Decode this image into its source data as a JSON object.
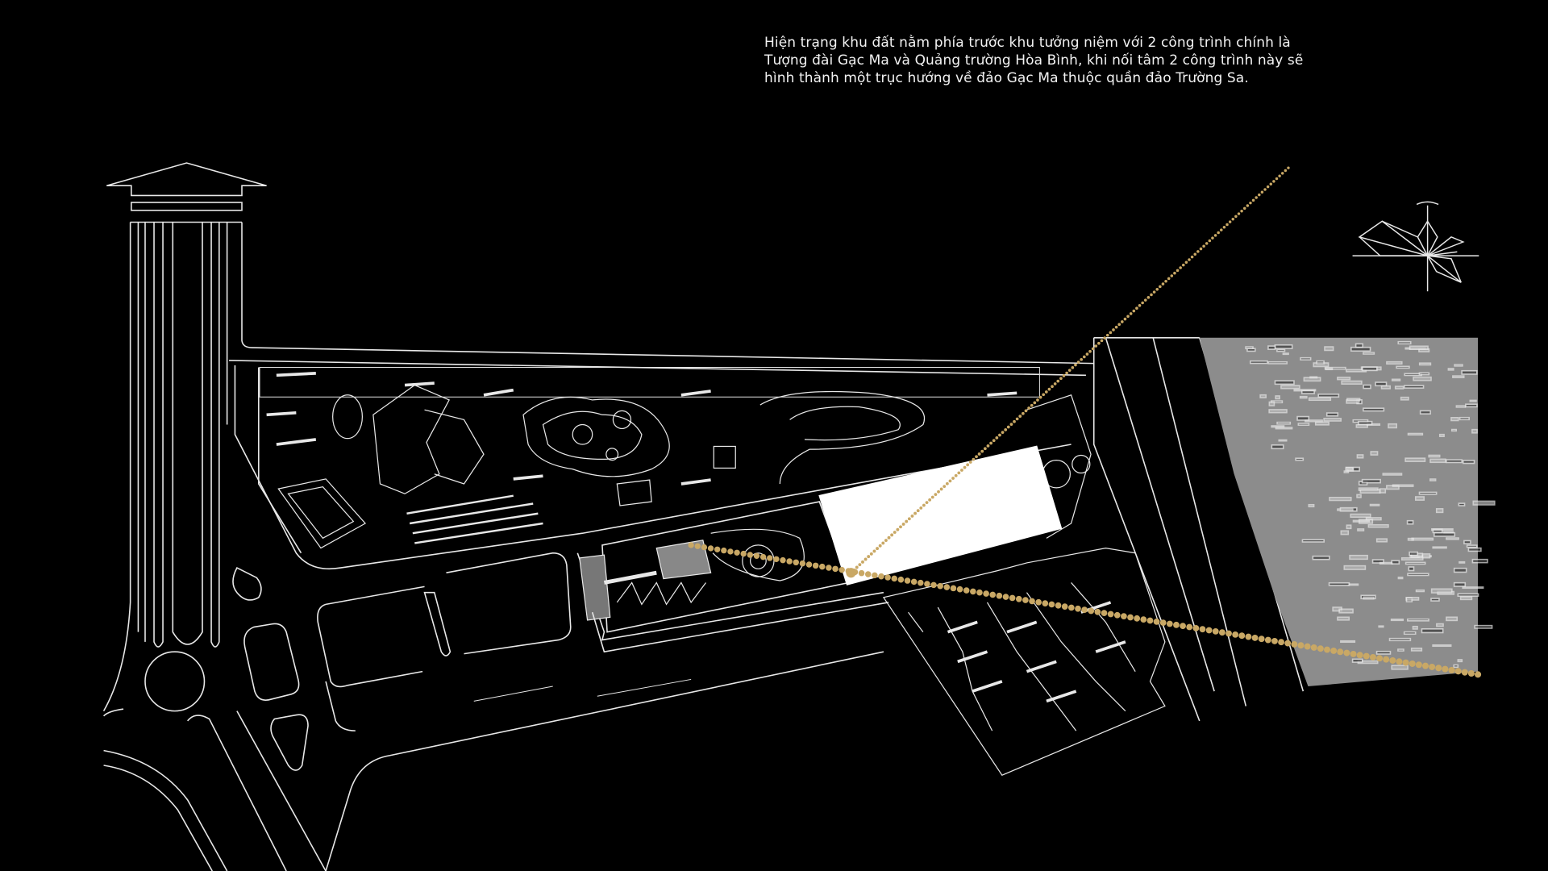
{
  "caption": {
    "lines": [
      "Hiện trạng khu đất nằm phía trước khu tưởng niệm với 2 công trình chính là",
      "Tượng đài Gạc Ma và Quảng trường Hòa Bình, khi nối tâm 2 công trình này sẽ",
      "hình thành một trục hướng về đảo Gạc Ma thuộc quần đảo Trường Sa."
    ]
  },
  "colors": {
    "background": "#000000",
    "linework": "#e8e8e8",
    "axis_dots": "#c9a865",
    "plaza_fill": "#ffffff",
    "water": "#8c8c8c"
  },
  "icons": [
    "north-arrow-icon",
    "compass-rose-icon"
  ]
}
